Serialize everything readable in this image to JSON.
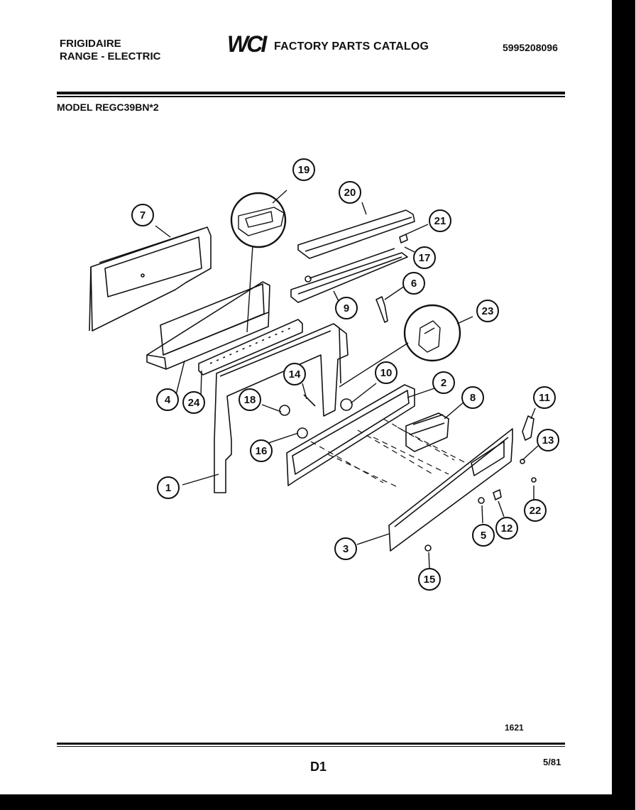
{
  "header": {
    "brand_line1": "FRIGIDAIRE",
    "brand_line2": "RANGE - ELECTRIC",
    "logo_text": "WCI",
    "catalog_title": "FACTORY PARTS CATALOG",
    "catalog_number": "5995208096",
    "model_label": "MODEL REGC39BN*2"
  },
  "diagram": {
    "callouts": [
      "1",
      "2",
      "3",
      "4",
      "5",
      "6",
      "7",
      "8",
      "9",
      "10",
      "11",
      "12",
      "13",
      "14",
      "15",
      "16",
      "17",
      "18",
      "19",
      "20",
      "21",
      "22",
      "23",
      "24"
    ]
  },
  "footer": {
    "figure_code": "1621",
    "page_code": "D1",
    "date": "5/81"
  }
}
